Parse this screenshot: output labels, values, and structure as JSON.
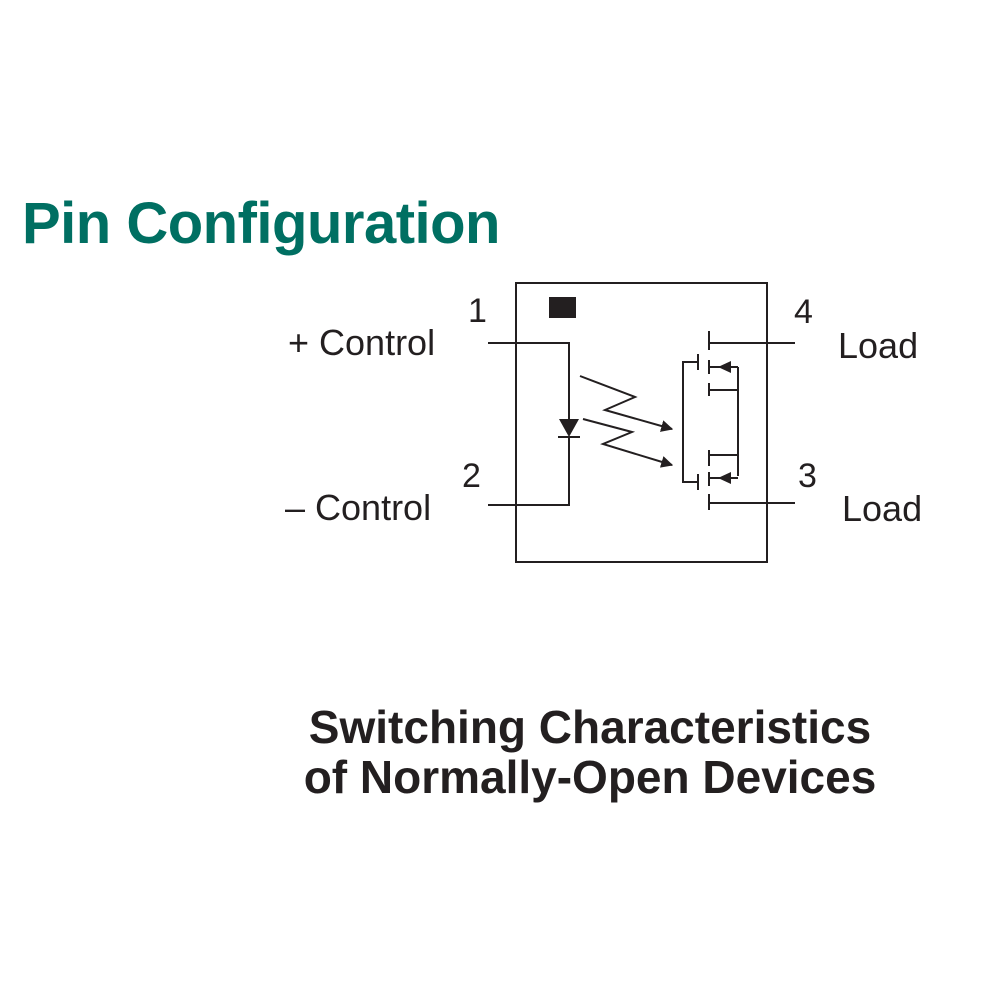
{
  "title": "Pin Configuration",
  "title_color": "#006f62",
  "text_color": "#231f20",
  "pins": {
    "p1": {
      "number": "1",
      "label": "+ Control"
    },
    "p2": {
      "number": "2",
      "label": "– Control"
    },
    "p3": {
      "number": "3",
      "label": "Load"
    },
    "p4": {
      "number": "4",
      "label": "Load"
    }
  },
  "subtitle": {
    "line1": "Switching Characteristics",
    "line2": "of Normally-Open Devices"
  }
}
